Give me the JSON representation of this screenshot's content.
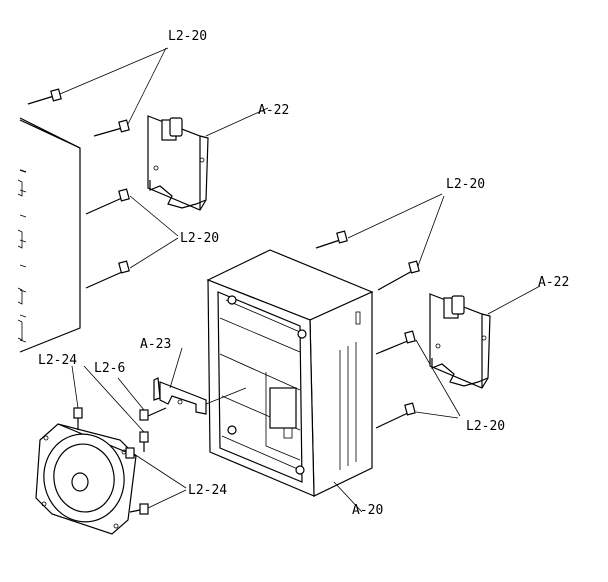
{
  "labels": {
    "l2_20_top": "L2-20",
    "a22_top": "A-22",
    "l2_20_mid_left": "L2-20",
    "l2_20_mid_right": "L2-20",
    "a22_right": "A-22",
    "a23": "A-23",
    "l2_6": "L2-6",
    "l2_24_top": "L2-24",
    "l2_24_bottom": "L2-24",
    "l2_20_bottom_right": "L2-20",
    "a20": "A-20"
  }
}
